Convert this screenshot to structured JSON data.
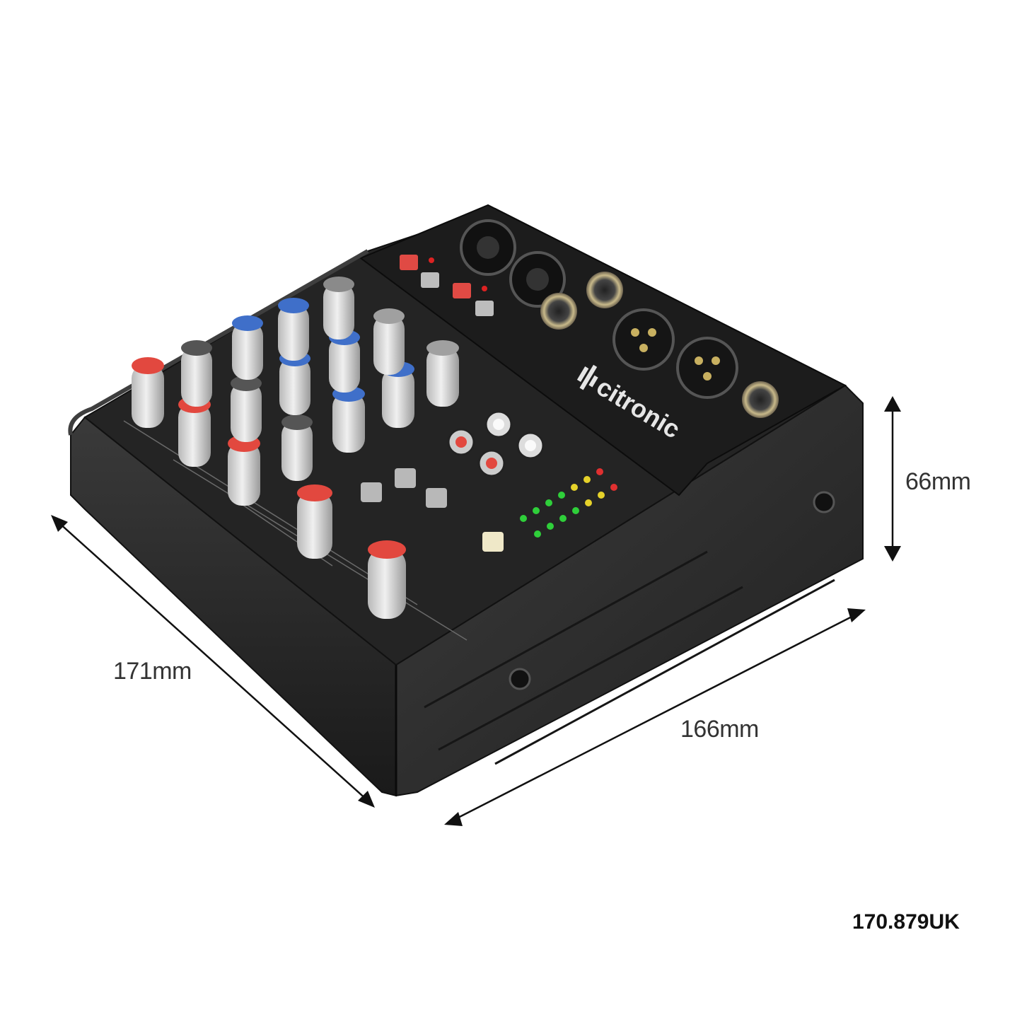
{
  "image": {
    "subject": "audio-mixer",
    "brand_logo": "citronic",
    "colors": {
      "background": "#ffffff",
      "body": "#2a2a2a",
      "panel": "#1e1e1e",
      "knob_red": "#e2483f",
      "knob_blue": "#3f6fc9",
      "knob_grey": "#8a8a8a",
      "knob_body": "#d8d8d8",
      "led_green": "#2fcf3a",
      "led_yellow": "#e6d22a",
      "led_red": "#e03030",
      "arrow": "#111111"
    }
  },
  "dimensions": {
    "depth": "171mm",
    "width": "166mm",
    "height": "66mm"
  },
  "product_code": "170.879UK"
}
